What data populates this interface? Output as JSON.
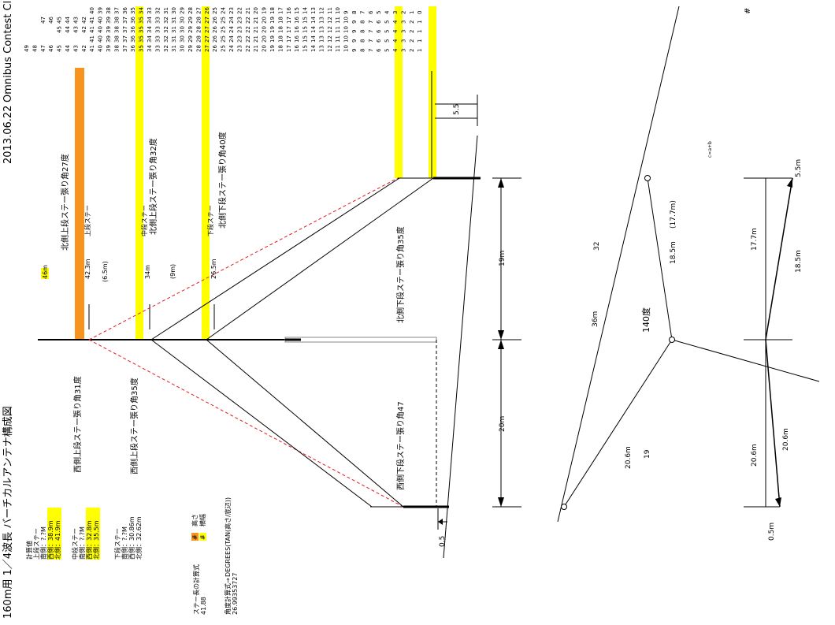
{
  "header": {
    "title": "160m用 1／4波長 バーチカルアンテナ構成図",
    "date": "2013.06.22",
    "club": "Omnibus Contest Club"
  },
  "calc_block": {
    "label": "計算値",
    "upper": {
      "title": "上段ステー",
      "south": "南側：?.?M",
      "west": "西側：38.9m",
      "north": "北側：41.9m"
    },
    "middle": {
      "title": "中段ステー",
      "south": "南側：?.?M",
      "west": "西側：32.8m",
      "north": "北側：35.5m"
    },
    "lower": {
      "title": "下段ステー",
      "south": "南側：?.?M",
      "west": "西側：30.86m",
      "north": "北側：32.62m"
    }
  },
  "formula": {
    "stay_label": "ステー長の計算式",
    "stay_value": "41.88",
    "angle_label": "角度計算式→",
    "angle_formula": "DEGREES(TAN(高さ/底辺))",
    "angle_value": "26.99353727"
  },
  "legend": {
    "marker": "#",
    "height": "高さ",
    "base": "横幅"
  },
  "mast_labels": {
    "h46": "46m",
    "h423": "42.3m",
    "h65": "(6.5m)",
    "h34": "34m",
    "h9": "(9m)",
    "h265": "26.5m",
    "upper_stay": "上段ステー",
    "middle_stay": "中段ステー",
    "lower_stay": "下段ステー"
  },
  "stay_labels": {
    "north_upper": "北側上段ステー張り角27度",
    "north_middle": "北側上段ステー張り角32度",
    "north_lower": "北側下段ステー張り角40度",
    "north_bottom": "北側下段ステー張り角35度",
    "west_upper": "西側上段ステー張り角31度",
    "west_middle": "西側上段ステー張り角35度",
    "west_bottom": "西側下段ステー張り角47"
  },
  "dims": {
    "d19": "19m",
    "d20": "20m",
    "d55": "5.5",
    "d05": "0.5"
  },
  "plan": {
    "d36": "36m",
    "d32": "32",
    "d185": "18.5m",
    "d177p": "(17.7m)",
    "angle": "140度",
    "d206": "20.6m",
    "d19": "19",
    "formula": "c=a+b",
    "hash": "#"
  },
  "plan2": {
    "d55": "5.5m",
    "d177": "17.7m",
    "d185": "18.5m",
    "d206a": "20.6m",
    "d206b": "20.6m",
    "d05": "0.5m"
  },
  "table": {
    "col1": [
      49,
      48,
      47,
      46,
      45,
      44,
      43,
      42,
      41,
      40,
      39,
      38,
      37,
      36,
      35,
      34,
      33,
      32,
      31,
      30,
      29,
      28,
      27,
      26,
      25,
      24,
      23,
      22,
      21,
      20,
      19,
      18,
      17,
      16,
      15,
      14,
      13,
      12,
      11,
      10,
      9,
      8,
      7,
      6,
      5,
      4,
      3,
      2,
      1
    ],
    "col2": [
      41,
      40,
      39,
      38,
      37,
      36,
      35,
      34,
      33,
      32,
      31,
      30,
      29,
      28,
      27,
      26,
      25,
      24,
      23,
      22,
      21,
      20,
      19,
      18,
      17,
      16,
      15,
      14,
      13,
      12,
      11,
      10,
      9,
      8,
      7,
      6,
      5,
      4,
      3,
      2,
      1
    ],
    "col3": [
      45,
      44,
      43,
      42,
      41,
      40,
      39,
      38,
      37,
      36,
      35,
      34,
      33,
      32,
      31,
      30,
      29,
      28,
      27,
      26,
      25,
      24,
      23,
      22,
      21,
      20,
      19,
      18,
      17,
      16,
      15,
      14,
      13,
      12,
      11,
      10,
      9,
      8,
      7,
      6,
      5,
      4,
      3,
      2,
      1
    ],
    "col4": [
      47,
      46,
      45,
      44,
      43,
      42,
      41,
      40,
      39,
      38,
      37,
      36,
      35,
      34,
      33,
      32,
      31,
      30,
      29,
      28,
      27,
      26,
      25,
      24,
      23,
      22,
      21,
      20,
      19,
      18,
      17,
      16,
      15,
      14,
      13,
      12,
      11,
      10,
      9,
      8,
      7,
      6,
      5,
      4,
      3,
      2,
      1
    ],
    "col5": [
      40,
      39,
      38,
      37,
      36,
      35,
      34,
      33,
      32,
      31,
      30,
      29,
      28,
      27,
      26,
      25,
      24,
      23,
      22,
      21,
      20,
      19,
      18,
      17,
      16,
      15,
      14,
      13,
      12,
      11,
      10,
      9,
      8,
      7,
      6,
      5,
      4,
      3,
      2,
      1,
      0
    ]
  },
  "colors": {
    "orange": "#f7931e",
    "yellow": "#ffff00",
    "red": "#e31a1c",
    "black": "#000000",
    "gray": "#888888"
  }
}
